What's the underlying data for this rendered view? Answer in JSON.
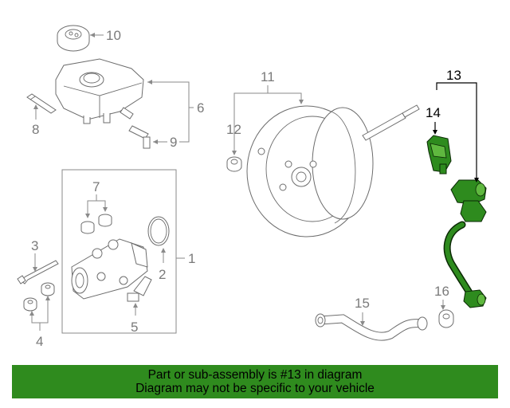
{
  "callouts": {
    "c1": "1",
    "c2": "2",
    "c3": "3",
    "c4": "4",
    "c5": "5",
    "c6": "6",
    "c7": "7",
    "c8": "8",
    "c9": "9",
    "c10": "10",
    "c11": "11",
    "c12": "12",
    "c13": "13",
    "c14": "14",
    "c15": "15",
    "c16": "16"
  },
  "highlight_color": "#2f8b1e",
  "footer": {
    "line1": "Part or sub-assembly is #13 in diagram",
    "line2": "Diagram may not be specific to your vehicle"
  }
}
